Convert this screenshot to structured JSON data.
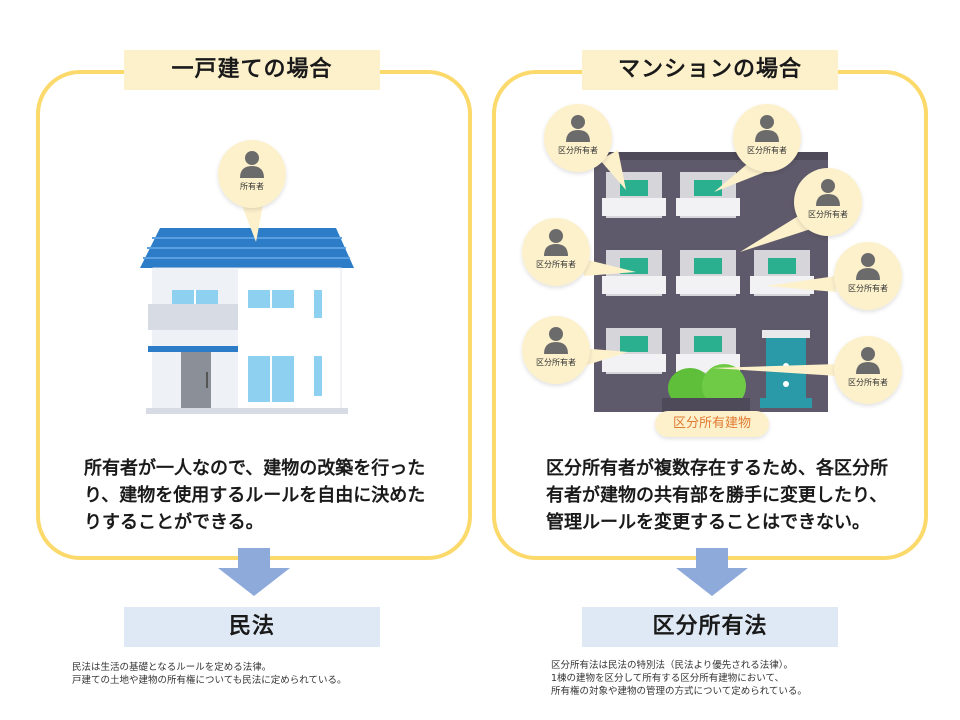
{
  "left": {
    "title": "一戸建ての場合",
    "owner_label": "所有者",
    "description": "所有者が一人なので、建物の改築を行ったり、建物を使用するルールを自由に決めたりすることができる。",
    "law": "民法",
    "notes": [
      "民法は生活の基礎となるルールを定める法律。",
      "戸建ての土地や建物の所有権についても民法に定められている。"
    ]
  },
  "right": {
    "title": "マンションの場合",
    "owner_label": "区分所有者",
    "building_tag": "区分所有建物",
    "description": "区分所有者が複数存在するため、各区分所有者が建物の共有部を勝手に変更したり、管理ルールを変更することはできない。",
    "law": "区分所有法",
    "notes": [
      "区分所有法は民法の特別法（民法より優先される法律）。",
      "1棟の建物を区分して所有する区分所有建物において、",
      "所有権の対象や建物の管理の方式について定められている。"
    ]
  },
  "colors": {
    "panel_border": "#fbd96a",
    "title_fill": "#fdf1cc",
    "law_fill": "#dfe9f5",
    "arrow": "#8eaadb",
    "tag_text": "#e07b32"
  },
  "icons": [
    "person-icon",
    "arrow-down-icon",
    "house-illustration",
    "apartment-illustration"
  ]
}
